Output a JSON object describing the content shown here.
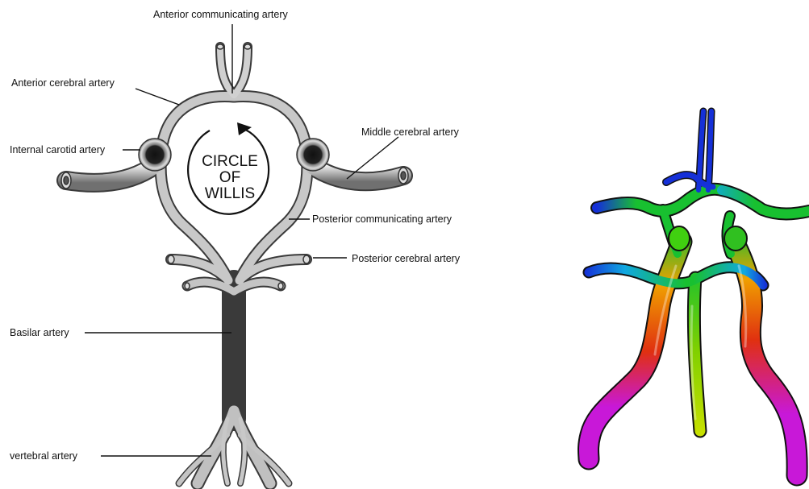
{
  "diagram": {
    "labels": {
      "anterior_communicating": "Anterior communicating artery",
      "anterior_cerebral": "Anterior cerebral artery",
      "internal_carotid": "Internal carotid artery",
      "middle_cerebral": "Middle cerebral artery",
      "posterior_communicating": "Posterior communicating artery",
      "posterior_cerebral": "Posterior cerebral artery",
      "basilar": "Basilar artery",
      "vertebral": "vertebral artery"
    },
    "center_text": [
      "CIRCLE",
      "OF",
      "WILLIS"
    ]
  },
  "model": {
    "colors": {
      "blue": "#1530d8",
      "cyan": "#10a8e0",
      "green": "#18c030",
      "yellow": "#c8e000",
      "orange": "#f0a000",
      "red": "#e03010",
      "magenta": "#c818d8"
    }
  }
}
